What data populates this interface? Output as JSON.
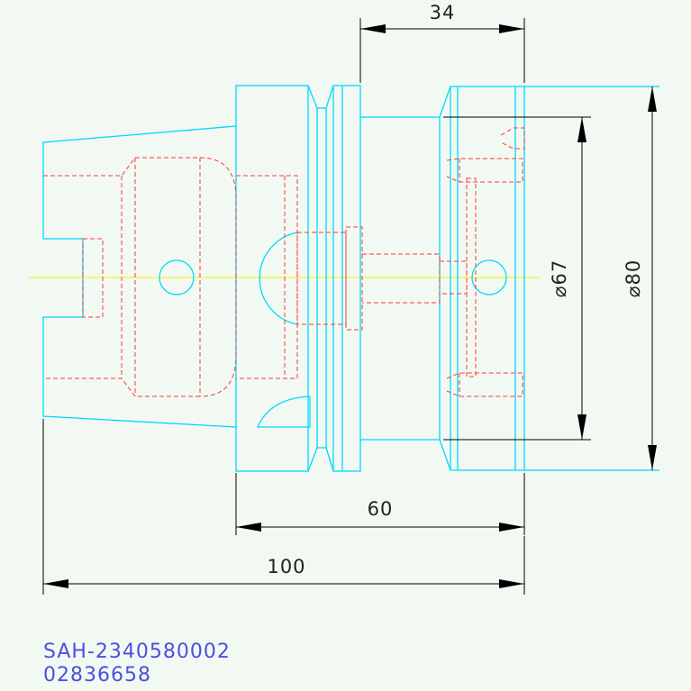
{
  "dimensions": {
    "length_total": "100",
    "length_body": "60",
    "length_flange": "34",
    "diameter_inner": "⌀67",
    "diameter_outer": "⌀80"
  },
  "part": {
    "code": "SAH-2340580002",
    "number": "02836658"
  },
  "colors": {
    "outline": "#00d8ff",
    "hidden_lines": "#ff3838",
    "center_line": "#ffee00",
    "dimension": "#000000",
    "label_text": "#4a50e0",
    "background": "#f2f9f2"
  }
}
